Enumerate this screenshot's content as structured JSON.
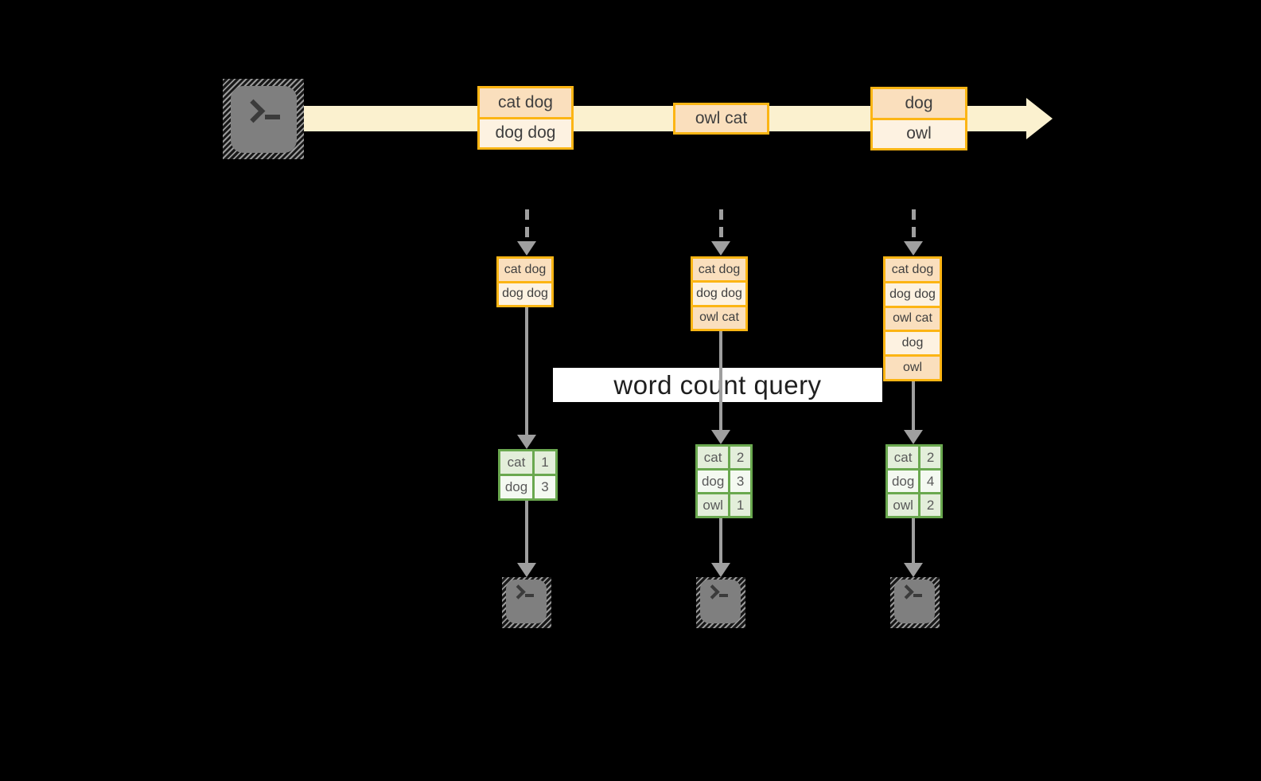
{
  "colors": {
    "background": "#000000",
    "stream_band": "#fbf1cf",
    "record_border": "#fcb514",
    "record_fill_dark": "#fadfbd",
    "record_fill_light": "#fdf2e1",
    "table_border": "#6aa84f",
    "table_fill_dark": "#e3eeda",
    "table_fill_light": "#f4f9f1",
    "arrow_gray": "#9f9f9f",
    "query_band": "#ffffff"
  },
  "icons": {
    "source": "terminal-icon",
    "sink": "terminal-icon"
  },
  "stream": {
    "batches": [
      {
        "rows": [
          "cat dog",
          "dog dog"
        ]
      },
      {
        "rows": [
          "owl cat"
        ]
      },
      {
        "rows": [
          "dog",
          "owl"
        ]
      }
    ]
  },
  "query": {
    "label": "word count query"
  },
  "columns": [
    {
      "buffer": [
        "cat dog",
        "dog dog"
      ],
      "counts": [
        {
          "word": "cat",
          "count": "1"
        },
        {
          "word": "dog",
          "count": "3"
        }
      ]
    },
    {
      "buffer": [
        "cat dog",
        "dog dog",
        "owl cat"
      ],
      "counts": [
        {
          "word": "cat",
          "count": "2"
        },
        {
          "word": "dog",
          "count": "3"
        },
        {
          "word": "owl",
          "count": "1"
        }
      ]
    },
    {
      "buffer": [
        "cat dog",
        "dog dog",
        "owl cat",
        "dog",
        "owl"
      ],
      "counts": [
        {
          "word": "cat",
          "count": "2"
        },
        {
          "word": "dog",
          "count": "4"
        },
        {
          "word": "owl",
          "count": "2"
        }
      ]
    }
  ]
}
